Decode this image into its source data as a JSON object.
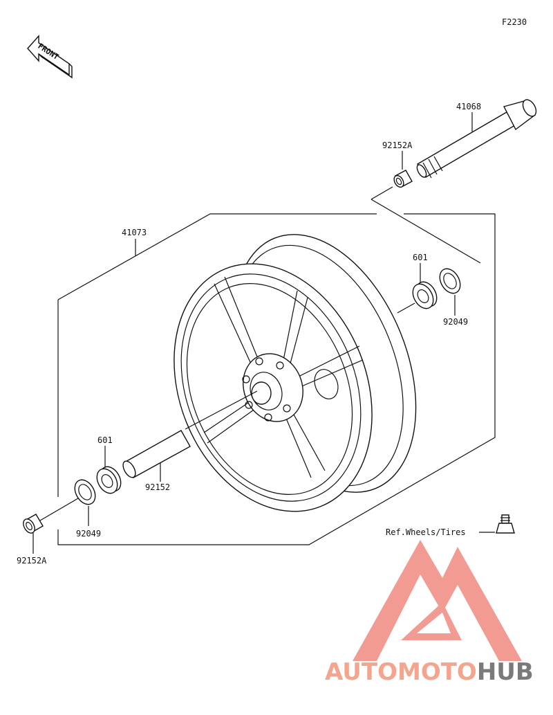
{
  "figure_code": "F2230",
  "front_indicator": "FRONT",
  "parts": {
    "axle": "41068",
    "collar_top": "92152A",
    "wheel": "41073",
    "bearing_right": "601",
    "seal_right": "92049",
    "bearing_left": "601",
    "spacer": "92152",
    "seal_left": "92049",
    "collar_bottom": "92152A"
  },
  "reference": "Ref.Wheels/Tires",
  "watermark": {
    "part1": "AUTO",
    "part2": "MOTO",
    "part3": "HUB",
    "color_primary": "#f4a58e",
    "color_secondary": "#7a7a7a",
    "logo_color": "#f08a80"
  }
}
